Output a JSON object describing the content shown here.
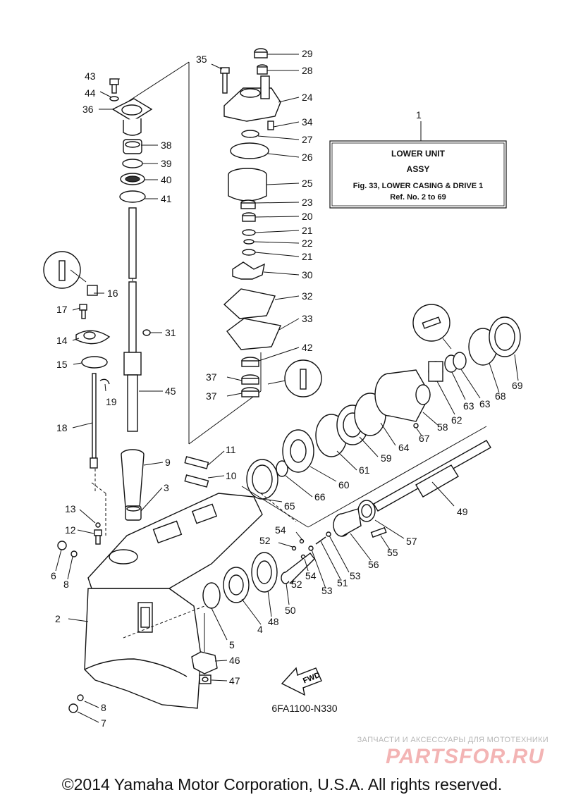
{
  "assy_box": {
    "ref": "1",
    "line1": "LOWER UNIT",
    "line2": "ASSY",
    "line3": "Fig. 33, LOWER CASING & DRIVE 1",
    "line4": "Ref. No. 2 to 69"
  },
  "drawing_code": "6FA1100-N330",
  "fwd_label": "FWD",
  "copyright": "©2014 Yamaha Motor Corporation, U.S.A. All rights reserved.",
  "watermark": {
    "tagline": "ЗАПЧАСТИ И АКСЕССУАРЫ ДЛЯ МОТОТЕХНИКИ",
    "logo": "PARTSFOR.RU"
  },
  "callouts": {
    "c2": "2",
    "c3": "3",
    "c4": "4",
    "c5": "5",
    "c6": "6",
    "c7": "7",
    "c8a": "8",
    "c8b": "8",
    "c9": "9",
    "c10": "10",
    "c11": "11",
    "c12": "12",
    "c13": "13",
    "c14": "14",
    "c15": "15",
    "c16": "16",
    "c17": "17",
    "c18": "18",
    "c19": "19",
    "c20": "20",
    "c21a": "21",
    "c21b": "21",
    "c22": "22",
    "c23": "23",
    "c24": "24",
    "c25": "25",
    "c26": "26",
    "c27": "27",
    "c28": "28",
    "c29": "29",
    "c30": "30",
    "c31": "31",
    "c32": "32",
    "c33": "33",
    "c34": "34",
    "c35": "35",
    "c36": "36",
    "c37a": "37",
    "c37b": "37",
    "c38": "38",
    "c39": "39",
    "c40": "40",
    "c41": "41",
    "c42": "42",
    "c43": "43",
    "c44": "44",
    "c45": "45",
    "c46": "46",
    "c47": "47",
    "c48": "48",
    "c49": "49",
    "c50": "50",
    "c51": "51",
    "c52a": "52",
    "c52b": "52",
    "c53a": "53",
    "c53b": "53",
    "c54a": "54",
    "c54b": "54",
    "c55": "55",
    "c56": "56",
    "c57": "57",
    "c58": "58",
    "c59": "59",
    "c60": "60",
    "c61": "61",
    "c62": "62",
    "c63a": "63",
    "c63b": "63",
    "c64": "64",
    "c65": "65",
    "c66": "66",
    "c67": "67",
    "c68": "68",
    "c69": "69"
  }
}
